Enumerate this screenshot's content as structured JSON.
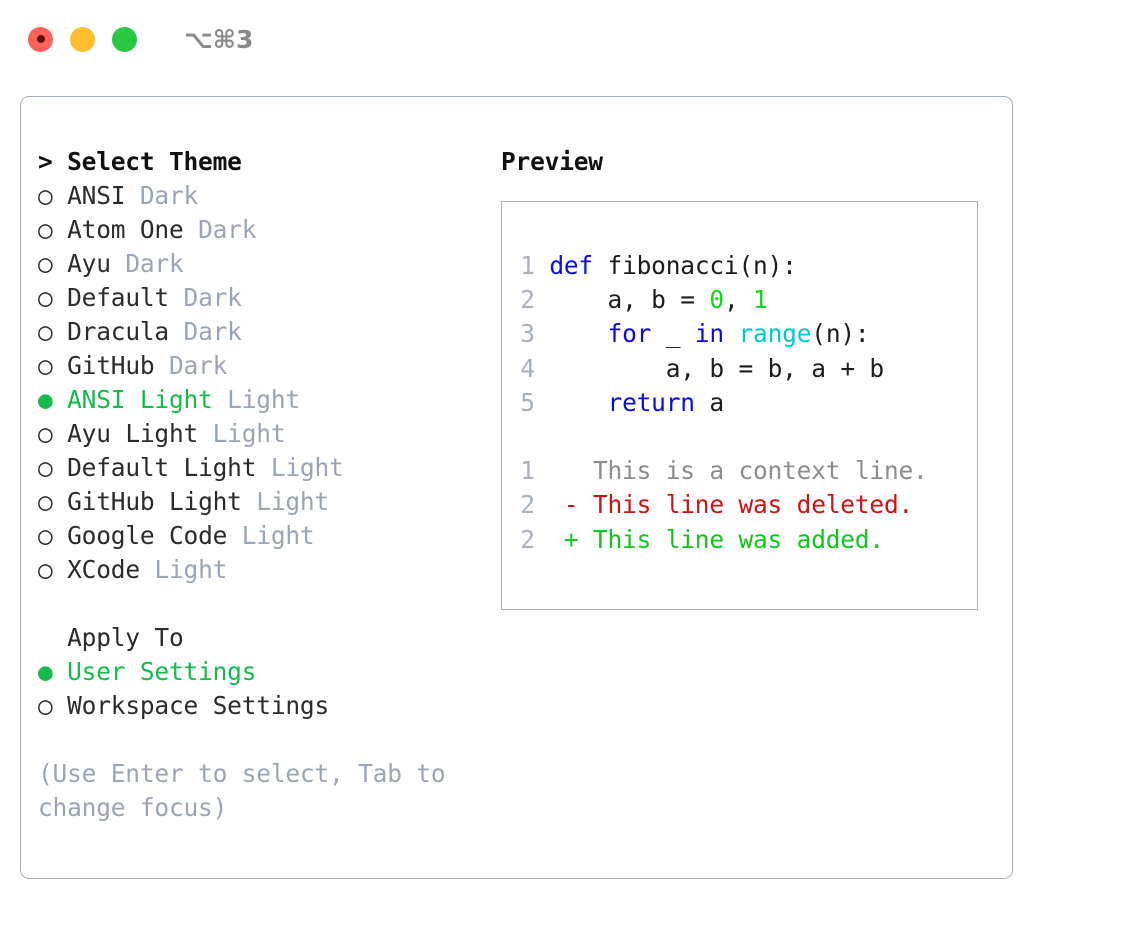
{
  "titlebar": {
    "buttons": [
      {
        "name": "close",
        "color": "#ff6159",
        "recording": true
      },
      {
        "name": "minimize",
        "color": "#ffbd2e",
        "recording": false
      },
      {
        "name": "zoom",
        "color": "#28c840",
        "recording": false
      }
    ],
    "shortcut": "⌥⌘3"
  },
  "theme_picker": {
    "title": "> Select Theme",
    "selected_marker": "●",
    "unselected_marker": "○",
    "options": [
      {
        "marker": "○",
        "name": "ANSI",
        "kind": "Dark",
        "selected": false
      },
      {
        "marker": "○",
        "name": "Atom One",
        "kind": "Dark",
        "selected": false
      },
      {
        "marker": "○",
        "name": "Ayu",
        "kind": "Dark",
        "selected": false
      },
      {
        "marker": "○",
        "name": "Default",
        "kind": "Dark",
        "selected": false
      },
      {
        "marker": "○",
        "name": "Dracula",
        "kind": "Dark",
        "selected": false
      },
      {
        "marker": "○",
        "name": "GitHub",
        "kind": "Dark",
        "selected": false
      },
      {
        "marker": "●",
        "name": "ANSI Light",
        "kind": "Light",
        "selected": true
      },
      {
        "marker": "○",
        "name": "Ayu Light",
        "kind": "Light",
        "selected": false
      },
      {
        "marker": "○",
        "name": "Default Light",
        "kind": "Light",
        "selected": false
      },
      {
        "marker": "○",
        "name": "GitHub Light",
        "kind": "Light",
        "selected": false
      },
      {
        "marker": "○",
        "name": "Google Code",
        "kind": "Light",
        "selected": false
      },
      {
        "marker": "○",
        "name": "XCode",
        "kind": "Light",
        "selected": false
      }
    ]
  },
  "apply_to": {
    "title": "  Apply To",
    "options": [
      {
        "marker": "●",
        "name": "User Settings",
        "selected": true
      },
      {
        "marker": "○",
        "name": "Workspace Settings",
        "selected": false
      }
    ]
  },
  "hint": "(Use Enter to select, Tab to change focus)",
  "preview": {
    "label": "Preview",
    "code_lines": [
      {
        "lineno": "1",
        "tokens": [
          {
            "t": "def",
            "c": "kw"
          },
          {
            "t": " fibonacci(n):",
            "c": "plain"
          }
        ]
      },
      {
        "lineno": "2",
        "tokens": [
          {
            "t": "    a, b = ",
            "c": "plain"
          },
          {
            "t": "0",
            "c": "num"
          },
          {
            "t": ", ",
            "c": "plain"
          },
          {
            "t": "1",
            "c": "num"
          }
        ]
      },
      {
        "lineno": "3",
        "tokens": [
          {
            "t": "    ",
            "c": "plain"
          },
          {
            "t": "for",
            "c": "kw"
          },
          {
            "t": " _ ",
            "c": "plain"
          },
          {
            "t": "in",
            "c": "kw"
          },
          {
            "t": " ",
            "c": "plain"
          },
          {
            "t": "range",
            "c": "fn"
          },
          {
            "t": "(n):",
            "c": "plain"
          }
        ]
      },
      {
        "lineno": "4",
        "tokens": [
          {
            "t": "        a, b = b, a + b",
            "c": "plain"
          }
        ]
      },
      {
        "lineno": "5",
        "tokens": [
          {
            "t": "    ",
            "c": "plain"
          },
          {
            "t": "return",
            "c": "kw"
          },
          {
            "t": " a",
            "c": "plain"
          }
        ]
      }
    ],
    "diff_lines": [
      {
        "lineno": "1",
        "prefix": "  ",
        "text": "This is a context line.",
        "kind": "ctx"
      },
      {
        "lineno": "2",
        "prefix": "- ",
        "text": "This line was deleted.",
        "kind": "del"
      },
      {
        "lineno": "2",
        "prefix": "+ ",
        "text": "This line was added.",
        "kind": "add"
      }
    ]
  },
  "colors": {
    "accent_green": "#15bb4a",
    "muted": "#9aa5b4",
    "border": "#a7b0bd",
    "keyword": "#0a0ae6",
    "function": "#00c8d4",
    "number": "#0fd71a",
    "diff_deleted": "#cf1111",
    "diff_added": "#0fc61a",
    "context": "#8c8c8c"
  }
}
